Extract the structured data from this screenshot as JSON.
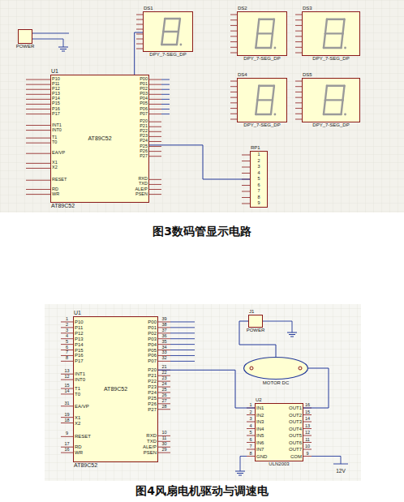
{
  "diagram": {
    "nodes": [
      {
        "text": [
          "POWER"
        ]
      },
      {
        "text": [
          "U1",
          "AT89C52",
          "AT89C52"
        ]
      },
      {
        "text": [
          "DS1",
          "DPY_7-SEG_DP"
        ]
      },
      {
        "text": [
          "DS2",
          "DPY_7-SEG_DP"
        ]
      },
      {
        "text": [
          "DS3",
          "DPY_7-SEG_DP"
        ]
      },
      {
        "text": [
          "DS4",
          "DPY_7-SEG_DP"
        ]
      },
      {
        "text": [
          "DS5",
          "DPY_7-SEG_DP"
        ]
      },
      {
        "text": [
          "RP1"
        ]
      },
      {
        "text": [
          "U1",
          "AT89C52",
          "AT89C52"
        ]
      },
      {
        "text": [
          "J1",
          "POWER"
        ]
      },
      {
        "text": [
          "MOTOR DC"
        ]
      },
      {
        "text": [
          "U2",
          "ULN2003"
        ]
      }
    ],
    "edges": [
      {
        "from": 1,
        "to": 2,
        "arrow": "none"
      },
      {
        "from": 1,
        "to": 7,
        "arrow": "none"
      },
      {
        "from": 8,
        "to": 11,
        "arrow": "none"
      },
      {
        "from": 11,
        "to": 10,
        "arrow": "none"
      },
      {
        "from": 9,
        "to": 10,
        "arrow": "none"
      }
    ],
    "labels": [
      "P10",
      "P11",
      "P12",
      "P13",
      "P14",
      "P15",
      "P16",
      "P17",
      "INT1",
      "INT0",
      "T1",
      "T0",
      "EA/VP",
      "X1",
      "X2",
      "RESET",
      "RD",
      "WR",
      "P00",
      "P01",
      "P02",
      "P03",
      "P04",
      "P05",
      "P06",
      "P07",
      "P20",
      "P21",
      "P22",
      "P23",
      "P24",
      "P25",
      "P26",
      "P27",
      "RXD",
      "TXD",
      "ALE/P",
      "PSEN",
      "1",
      "2",
      "3",
      "4",
      "5",
      "6",
      "7",
      "8",
      "9",
      "P10",
      "P11",
      "P12",
      "P13",
      "P14",
      "P15",
      "P16",
      "P17",
      "INT1",
      "INT0",
      "T1",
      "T0",
      "EA/VP",
      "X1",
      "X2",
      "RESET",
      "RD",
      "WR",
      "P00",
      "P01",
      "P02",
      "P03",
      "P04",
      "P05",
      "P06",
      "P07",
      "P20",
      "P21",
      "P22",
      "P23",
      "P24",
      "P25",
      "P26",
      "P27",
      "RXD",
      "TXD",
      "ALE/P",
      "PSEN",
      "1",
      "2",
      "3",
      "4",
      "5",
      "6",
      "7",
      "8",
      "13",
      "12",
      "15",
      "14",
      "31",
      "19",
      "18",
      "9",
      "17",
      "16",
      "39",
      "38",
      "37",
      "36",
      "35",
      "34",
      "33",
      "32",
      "21",
      "22",
      "23",
      "24",
      "25",
      "26",
      "27",
      "28",
      "10",
      "11",
      "30",
      "29",
      "IN1",
      "IN2",
      "IN3",
      "IN4",
      "IN5",
      "IN6",
      "IN7",
      "GND",
      "OUT1",
      "OUT2",
      "OUT3",
      "OUT4",
      "OUT5",
      "OUT6",
      "OUT7",
      "COM",
      "1",
      "2",
      "3",
      "4",
      "5",
      "6",
      "7",
      "8",
      "16",
      "15",
      "14",
      "13",
      "12",
      "11",
      "10",
      "9",
      "12V",
      "图3数码管显示电路",
      "图4风扇电机驱动与调速电"
    ]
  }
}
